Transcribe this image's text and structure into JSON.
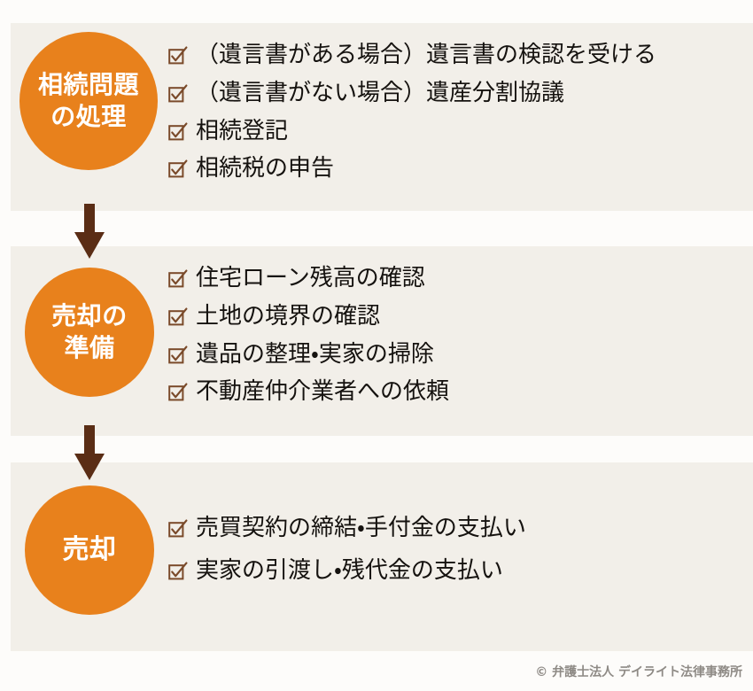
{
  "colors": {
    "page_background": "#fdfcfa",
    "panel_background": "#f2efe9",
    "circle_fill": "#e8811c",
    "circle_text": "#ffffff",
    "arrow": "#5a2d15",
    "checkbox": "#7a4a2a",
    "item_text": "#15120f",
    "footer_text": "#8e8a85"
  },
  "stages": [
    {
      "id": "inheritance-handling",
      "circle_label_lines": [
        "相続問題",
        "の処理"
      ],
      "items": [
        {
          "icon": "checkbox-checked-icon",
          "text": "（遺言書がある場合）遺言書の検認を受ける"
        },
        {
          "icon": "checkbox-checked-icon",
          "text": "（遺言書がない場合）遺産分割協議"
        },
        {
          "icon": "checkbox-checked-icon",
          "text": "相続登記"
        },
        {
          "icon": "checkbox-checked-icon",
          "text": "相続税の申告"
        }
      ]
    },
    {
      "id": "sale-preparation",
      "circle_label_lines": [
        "売却の",
        "準備"
      ],
      "items": [
        {
          "icon": "checkbox-checked-icon",
          "text": "住宅ローン残高の確認"
        },
        {
          "icon": "checkbox-checked-icon",
          "text": "土地の境界の確認"
        },
        {
          "icon": "checkbox-checked-icon",
          "text": "遺品の整理・実家の掃除"
        },
        {
          "icon": "checkbox-checked-icon",
          "text": "不動産仲介業者への依頼"
        }
      ]
    },
    {
      "id": "sale",
      "circle_label_lines": [
        "売却"
      ],
      "items": [
        {
          "icon": "checkbox-checked-icon",
          "text": "売買契約の締結・手付金の支払い"
        },
        {
          "icon": "checkbox-checked-icon",
          "text": "実家の引渡し・残代金の支払い"
        }
      ]
    }
  ],
  "connectors": [
    {
      "id": "arrow-stage1-to-stage2",
      "icon": "arrow-down-icon"
    },
    {
      "id": "arrow-stage2-to-stage3",
      "icon": "arrow-down-icon"
    }
  ],
  "footer": {
    "credit": "© 弁護士法人 デイライト法律事務所"
  }
}
